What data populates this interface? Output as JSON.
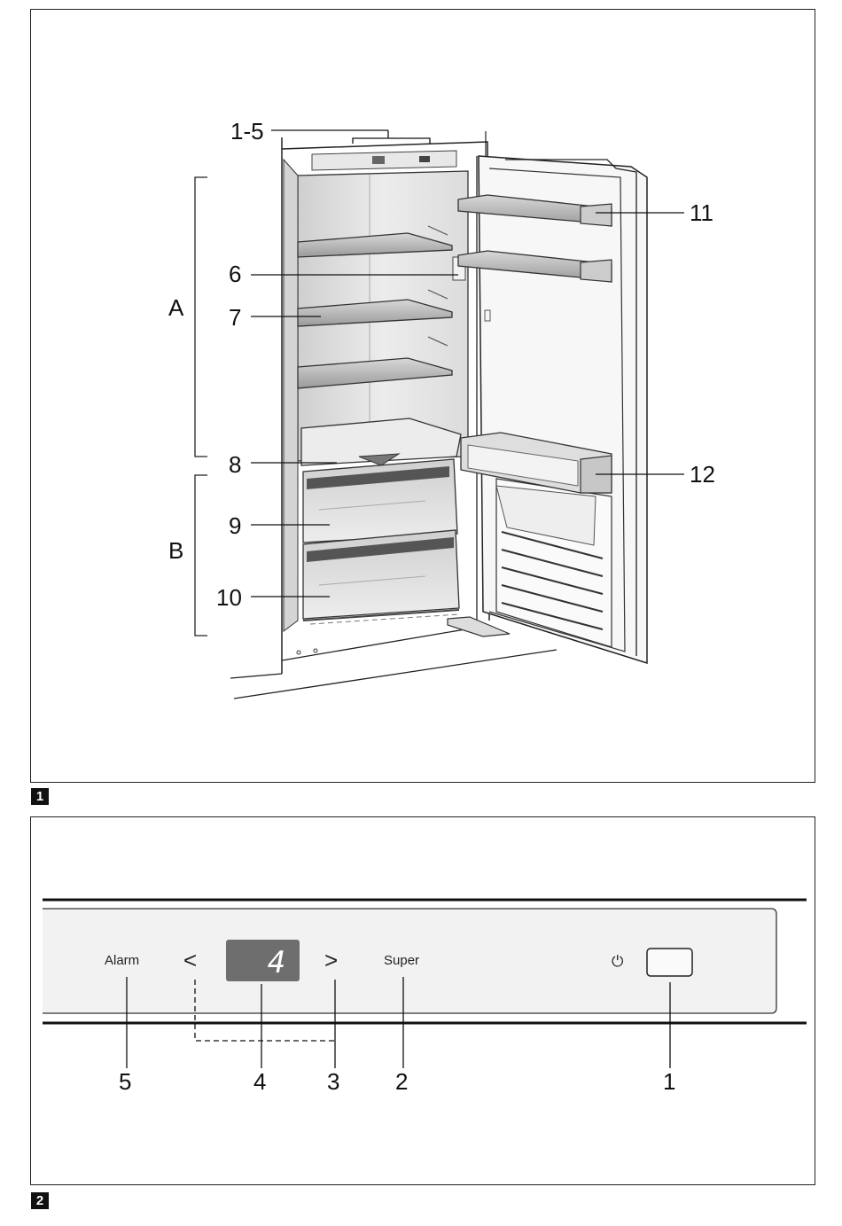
{
  "figure1": {
    "number": "1",
    "callouts": {
      "c1_5": "1-5",
      "c6": "6",
      "c7": "7",
      "c8": "8",
      "c9": "9",
      "c10": "10",
      "c11": "11",
      "c12": "12",
      "zoneA": "A",
      "zoneB": "B"
    }
  },
  "figure2": {
    "number": "2",
    "panel": {
      "alarm_label": "Alarm",
      "left_arrow": "<",
      "display_value": "4",
      "right_arrow": ">",
      "super_label": "Super",
      "power_symbol": "⏻"
    },
    "callouts": {
      "c5": "5",
      "c4": "4",
      "c3": "3",
      "c2": "2",
      "c1": "1"
    }
  }
}
